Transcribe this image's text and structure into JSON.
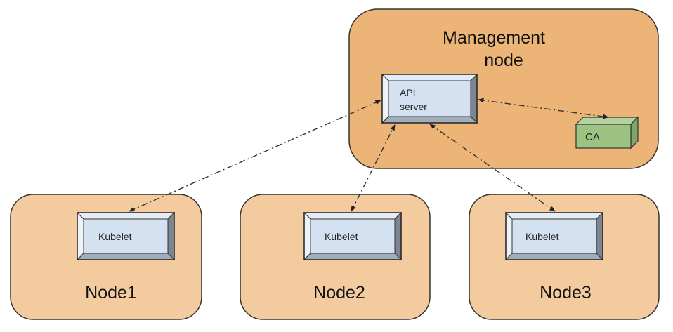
{
  "management": {
    "title_line1": "Management",
    "title_line2": "node",
    "fill": "#EDB477"
  },
  "api_server": {
    "line1": "API",
    "line2": "server"
  },
  "ca": {
    "label": "CA",
    "fill": "#9DC383"
  },
  "nodes": [
    {
      "label": "Node1",
      "kubelet": "Kubelet"
    },
    {
      "label": "Node2",
      "kubelet": "Kubelet"
    },
    {
      "label": "Node3",
      "kubelet": "Kubelet"
    }
  ],
  "colors": {
    "node_fill": "#F3CB9F",
    "box_face": "#D3E1F0",
    "connector": "#333333"
  }
}
